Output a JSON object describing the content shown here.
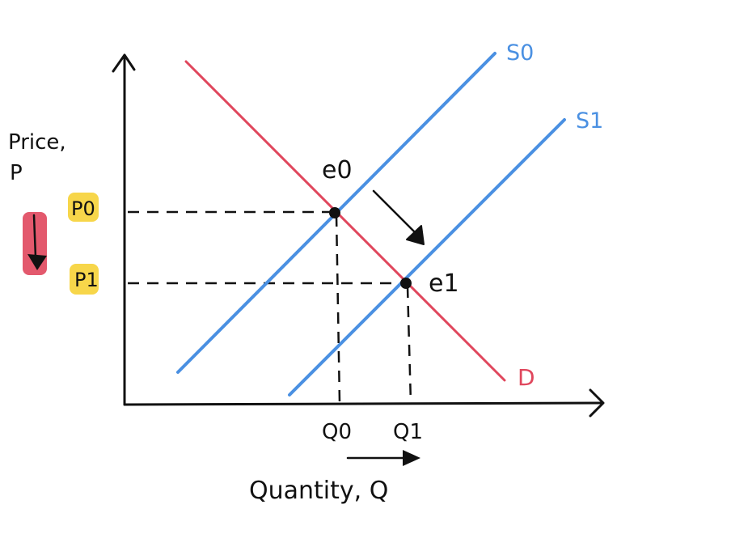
{
  "axes": {
    "y_label_line1": "Price,",
    "y_label_line2": "P",
    "x_label": "Quantity, Q"
  },
  "curves": {
    "supply_initial": "S0",
    "supply_new": "S1",
    "demand": "D"
  },
  "equilibria": {
    "initial": "e0",
    "new": "e1"
  },
  "price_ticks": {
    "p0": "P0",
    "p1": "P1"
  },
  "quantity_ticks": {
    "q0": "Q0",
    "q1": "Q1"
  },
  "colors": {
    "supply": "#4a90e2",
    "demand": "#e0475d",
    "highlight_yellow": "#f7d64a",
    "highlight_red": "#e0475d",
    "ink": "#111111"
  },
  "icons": {
    "price_decrease": "arrow-down-icon",
    "quantity_increase": "arrow-right-icon",
    "equilibrium_shift": "arrow-diagonal-icon"
  }
}
